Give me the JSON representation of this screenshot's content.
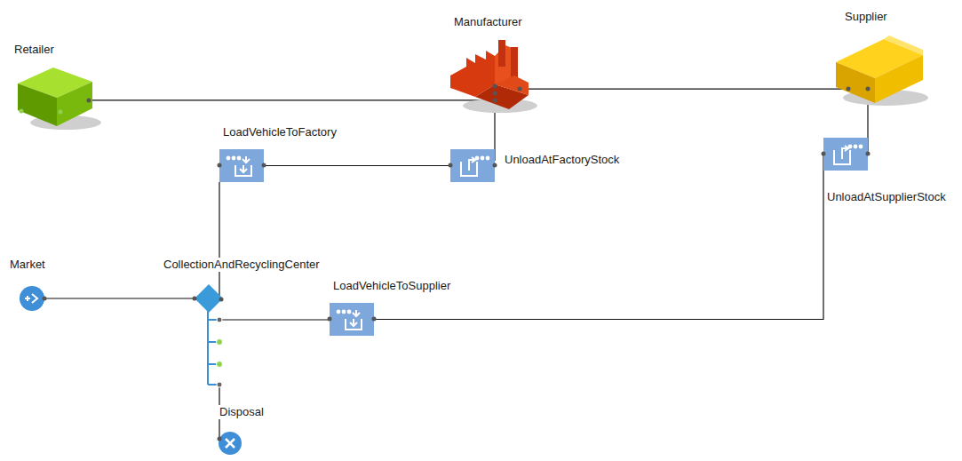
{
  "diagram": {
    "nodes": [
      {
        "text": [
          "Supplier"
        ]
      },
      {
        "text": [
          "Manufacturer"
        ]
      },
      {
        "text": [
          "Retailer"
        ]
      },
      {
        "text": [
          "LoadVehicleToFactory"
        ]
      },
      {
        "text": [
          "UnloadAtFactoryStock"
        ]
      },
      {
        "text": [
          "UnloadAtSupplierStock"
        ]
      },
      {
        "text": [
          "Market"
        ]
      },
      {
        "text": [
          "CollectionAndRecyclingCenter"
        ]
      },
      {
        "text": [
          "LoadVehicleToSupplier"
        ]
      },
      {
        "text": [
          "Disposal"
        ]
      }
    ],
    "edges": [
      {
        "from": 2,
        "to": 1,
        "arrow": "none"
      },
      {
        "from": 1,
        "to": 0,
        "arrow": "none"
      },
      {
        "from": 6,
        "to": 7,
        "arrow": "none"
      },
      {
        "from": 7,
        "to": 3,
        "arrow": "none"
      },
      {
        "from": 3,
        "to": 4,
        "arrow": "none"
      },
      {
        "from": 4,
        "to": 1,
        "arrow": "none"
      },
      {
        "from": 7,
        "to": 8,
        "arrow": "none"
      },
      {
        "from": 8,
        "to": 5,
        "arrow": "none"
      },
      {
        "from": 5,
        "to": 0,
        "arrow": "none"
      },
      {
        "from": 7,
        "to": 9,
        "arrow": "none"
      }
    ]
  }
}
